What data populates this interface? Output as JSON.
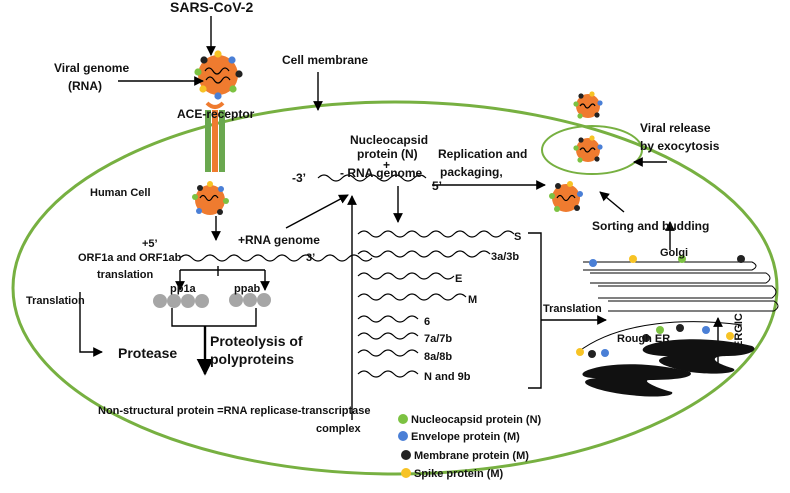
{
  "labels": {
    "sars": "SARS-CoV-2",
    "viral_genome_1": "Viral genome",
    "viral_genome_2": "(RNA)",
    "cell_membrane": "Cell membrane",
    "ace": "ACE-receptor",
    "human_cell": "Human Cell",
    "nucleocapsid_1": "Nucleocapsid",
    "nucleocapsid_2": "protein (N)",
    "plus": "+",
    "neg_genome": "- RNA genome",
    "neg_3": "-3’",
    "neg_5": "5’",
    "replication_1": "Replication and",
    "replication_2": "packaging,",
    "viral_release_1": "Viral release",
    "viral_release_2": "by exocytosis",
    "sorting": "Sorting and budding",
    "golgi": "Golgi",
    "ergic": "ERGIC",
    "rough_er": "Rough ER",
    "translation_right": "Translation",
    "pos_5": "+5’",
    "pos_genome": "+RNA genome",
    "pos_3": "3’",
    "orf_1": "ORF1a and ORF1ab",
    "orf_2": "translation",
    "translation_left": "Translation",
    "pp1a": "pp1a",
    "ppab": "ppab",
    "protease": "Protease",
    "proteolysis_1": "Proteolysis of",
    "proteolysis_2": "polyproteins",
    "nonstructural_1": "Non-structural protein =RNA replicase-transcriptase",
    "nonstructural_2": "complex"
  },
  "subgenomic_rnas": [
    "S",
    "3a/3b",
    "E",
    "M",
    "6",
    "7a/7b",
    "8a/8b",
    "N and 9b"
  ],
  "legend": [
    {
      "label": "Nucleocapsid protein (N)",
      "color": "#7cc242",
      "icon": "green-circle-icon"
    },
    {
      "label": "Envelope protein (M)",
      "color": "#4a7fd6",
      "icon": "blue-circle-icon"
    },
    {
      "label": "Membrane protein (M)",
      "color": "#222222",
      "icon": "black-circle-icon"
    },
    {
      "label": "Spike protein (M)",
      "color": "#f7c325",
      "icon": "yellow-circle-icon"
    }
  ],
  "colors": {
    "cell_outline": "#77b041",
    "virus_body": "#ef7b2f",
    "receptor": "#6aa84f",
    "receptor_core": "#ef7b2f",
    "polyprotein": "#a6a6a6",
    "er": "#111111"
  }
}
